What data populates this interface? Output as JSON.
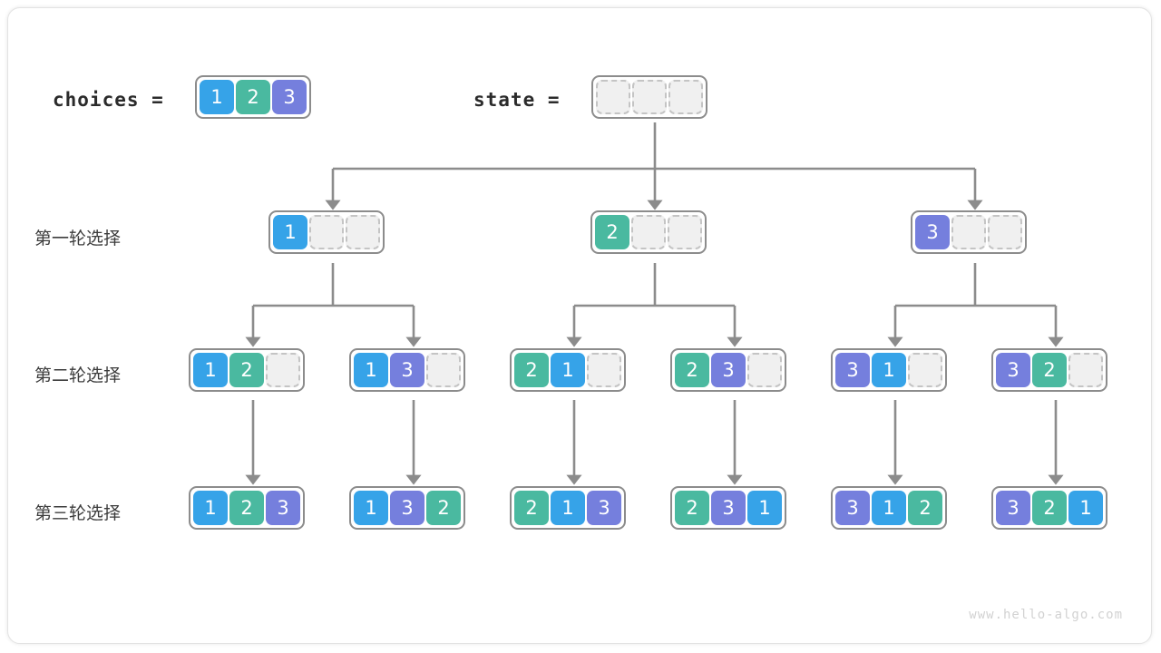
{
  "header": {
    "choices_label": "choices =",
    "state_label": "state =",
    "choices": [
      "1",
      "2",
      "3"
    ],
    "state": [
      "",
      "",
      ""
    ]
  },
  "row_labels": {
    "round1": "第一轮选择",
    "round2": "第二轮选择",
    "round3": "第三轮选择"
  },
  "colors": {
    "one": "#36a3e8",
    "two": "#4ab9a0",
    "three": "#757fdd",
    "empty_fill": "#f0f0f0",
    "empty_border": "#c4c4c4",
    "node_border": "#8c8c8c",
    "wire": "#8c8c8c",
    "text": "#2b2b2b",
    "watermark": "#d2d2d2"
  },
  "tree": {
    "root": [
      "",
      "",
      ""
    ],
    "level1": [
      {
        "cells": [
          "1",
          "",
          ""
        ]
      },
      {
        "cells": [
          "2",
          "",
          ""
        ]
      },
      {
        "cells": [
          "3",
          "",
          ""
        ]
      }
    ],
    "level2": [
      {
        "cells": [
          "1",
          "2",
          ""
        ]
      },
      {
        "cells": [
          "1",
          "3",
          ""
        ]
      },
      {
        "cells": [
          "2",
          "1",
          ""
        ]
      },
      {
        "cells": [
          "2",
          "3",
          ""
        ]
      },
      {
        "cells": [
          "3",
          "1",
          ""
        ]
      },
      {
        "cells": [
          "3",
          "2",
          ""
        ]
      }
    ],
    "level3": [
      {
        "cells": [
          "1",
          "2",
          "3"
        ]
      },
      {
        "cells": [
          "1",
          "3",
          "2"
        ]
      },
      {
        "cells": [
          "2",
          "1",
          "3"
        ]
      },
      {
        "cells": [
          "2",
          "3",
          "1"
        ]
      },
      {
        "cells": [
          "3",
          "1",
          "2"
        ]
      },
      {
        "cells": [
          "3",
          "2",
          "1"
        ]
      }
    ]
  },
  "watermark": "www.hello-algo.com"
}
